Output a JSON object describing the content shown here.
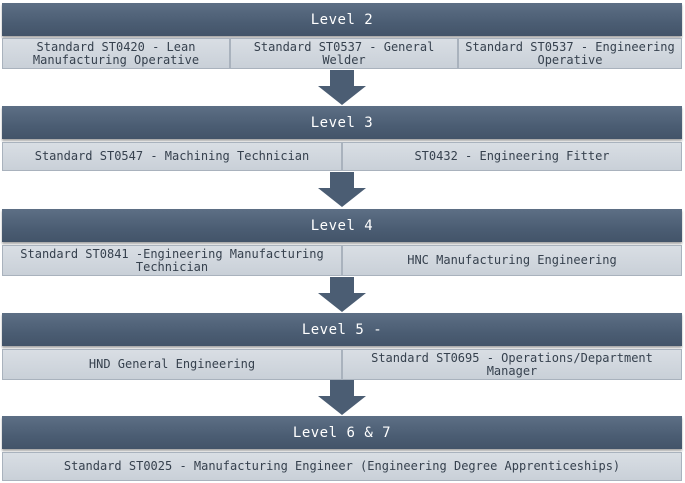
{
  "levels": [
    {
      "title": "Level 2",
      "items": [
        "Standard ST0420 - Lean Manufacturing Operative",
        "Standard ST0537 - General Welder",
        "Standard ST0537 - Engineering Operative"
      ]
    },
    {
      "title": "Level 3",
      "items": [
        "Standard ST0547 - Machining Technician",
        "ST0432 - Engineering Fitter"
      ]
    },
    {
      "title": "Level 4",
      "items": [
        "Standard ST0841 -Engineering Manufacturing Technician",
        "HNC Manufacturing Engineering"
      ]
    },
    {
      "title": "Level 5 -",
      "items": [
        "HND General Engineering",
        "Standard ST0695 - Operations/Department Manager"
      ]
    },
    {
      "title": "Level 6 & 7",
      "items": [
        "Standard ST0025 - Manufacturing Engineer (Engineering Degree Apprenticeships)"
      ]
    }
  ],
  "colors": {
    "header": "#4b5d73",
    "cell": "#cfd5dc",
    "arrow": "#4b5d73"
  }
}
